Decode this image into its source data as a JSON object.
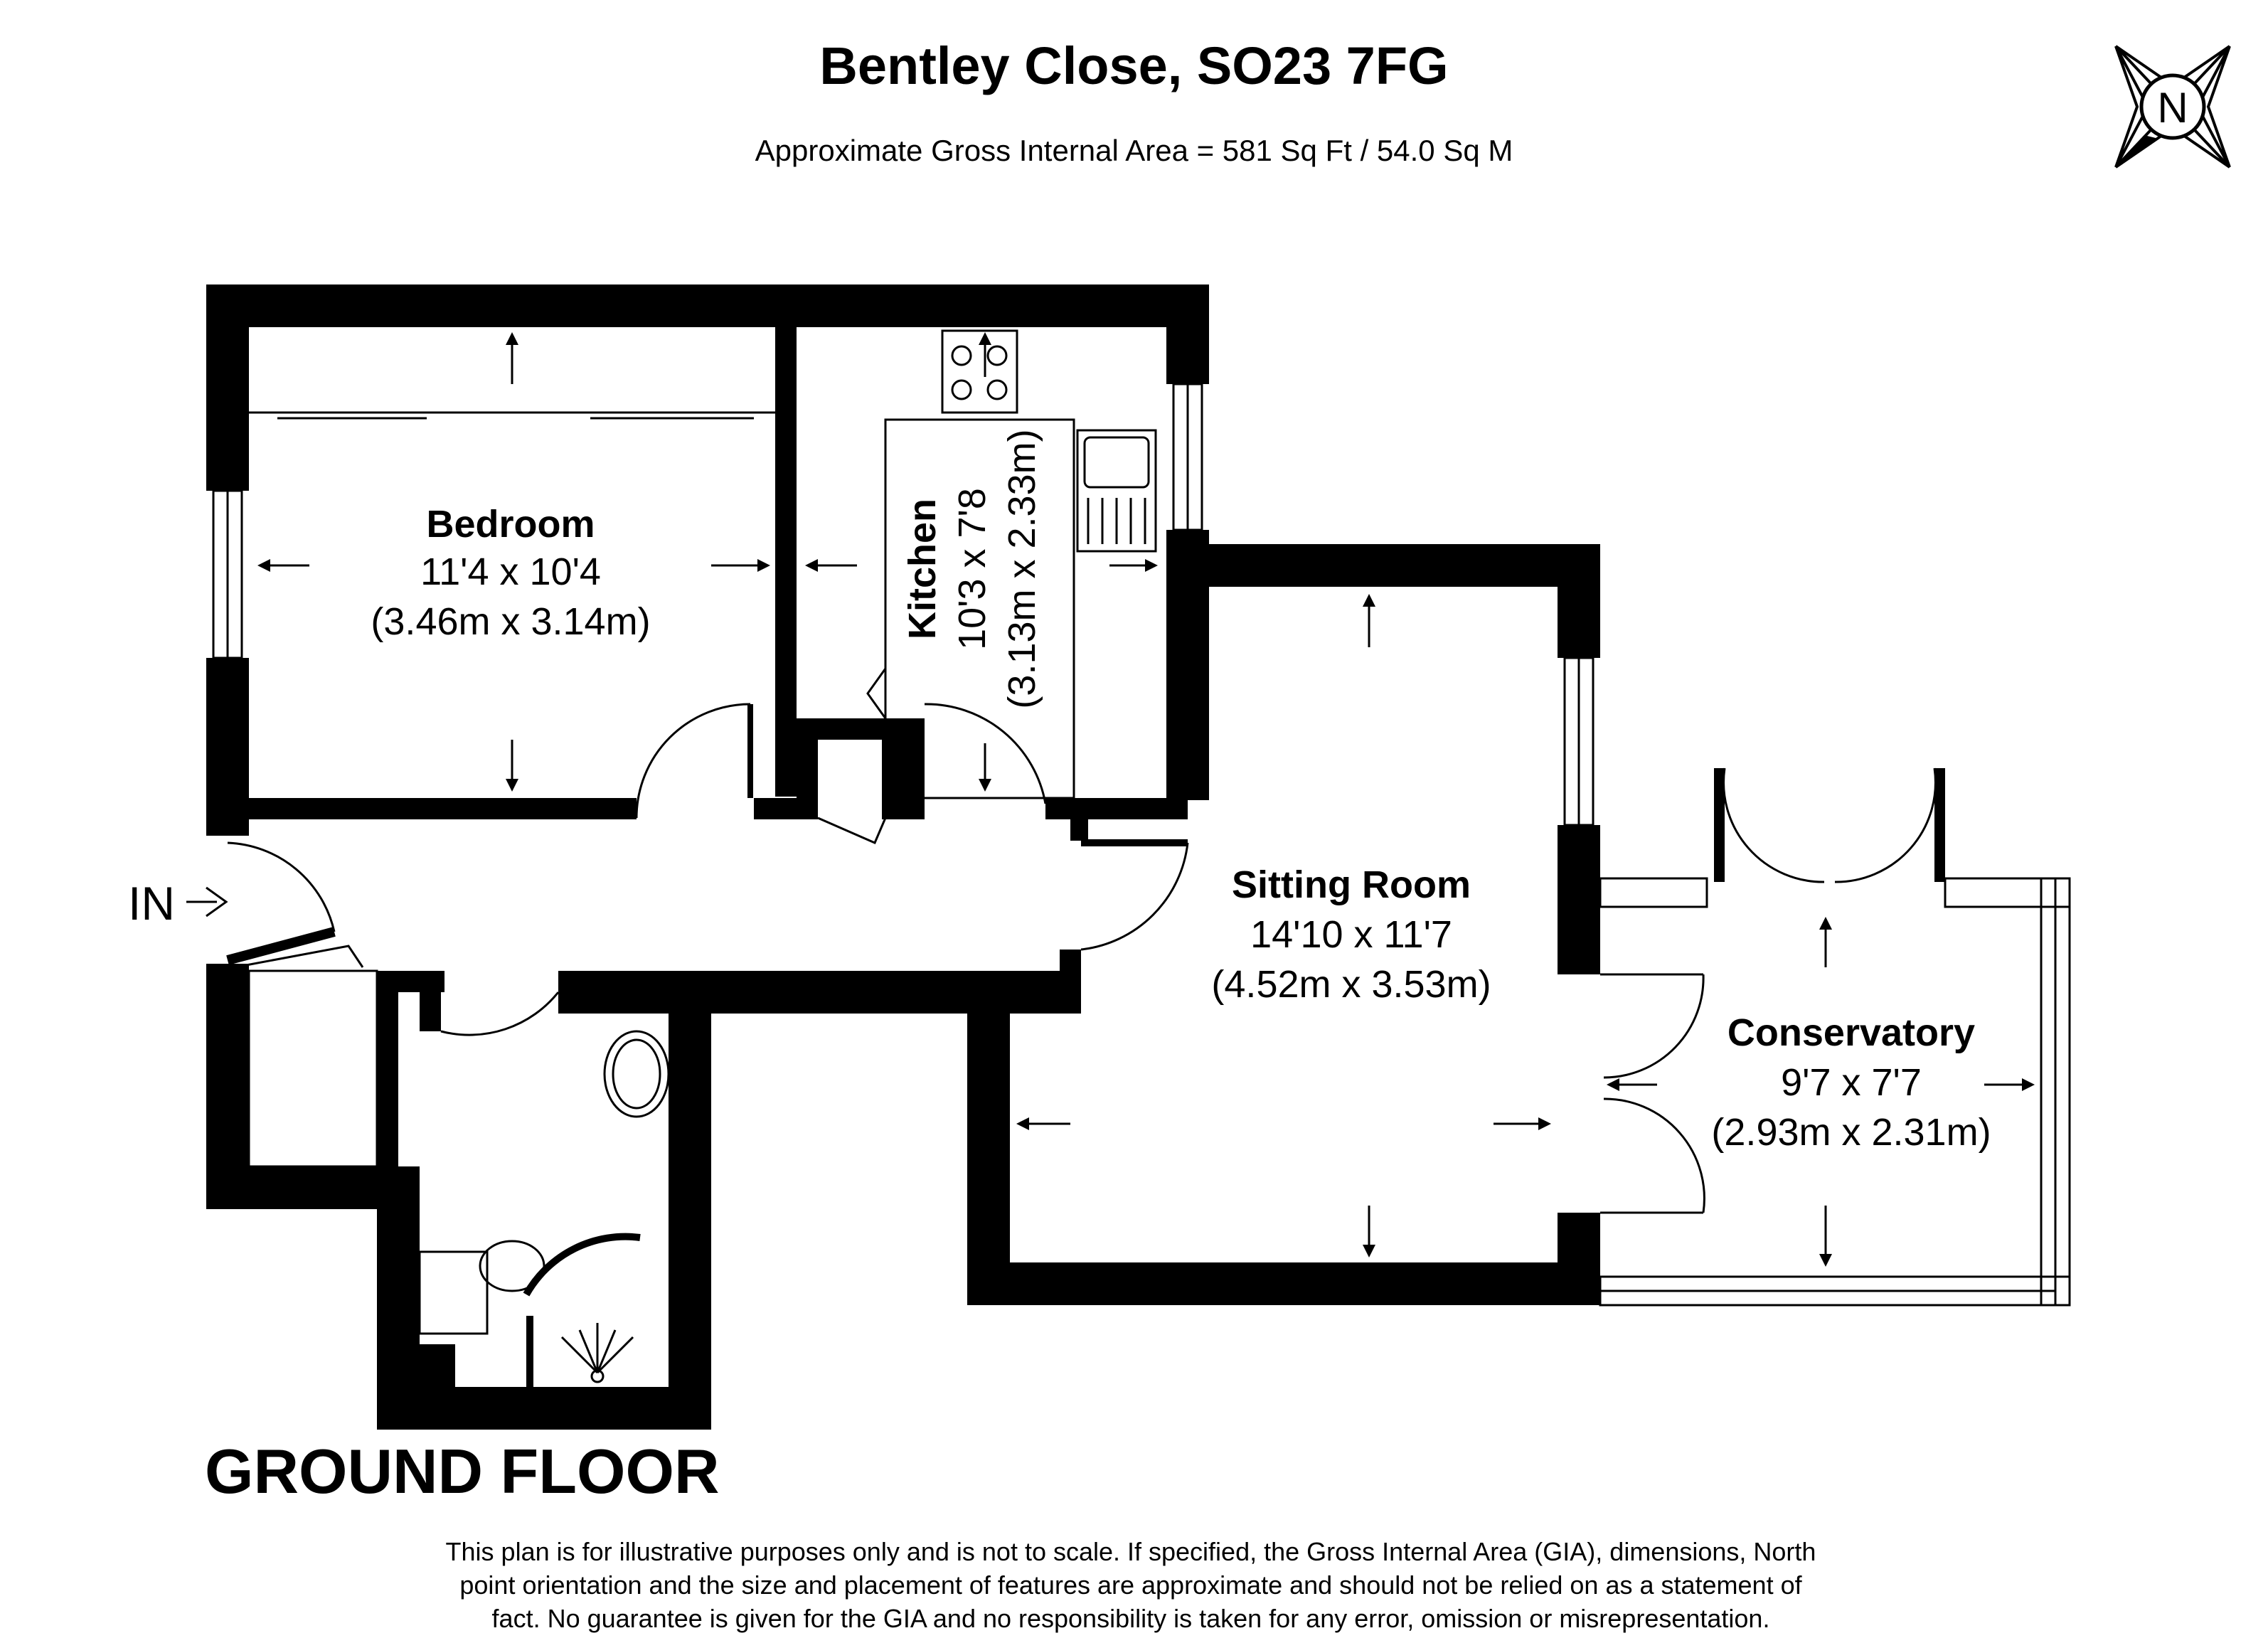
{
  "header": {
    "title": "Bentley Close, SO23 7FG",
    "subtitle": "Approximate Gross Internal Area = 581 Sq Ft / 54.0 Sq M"
  },
  "compass": {
    "label": "N",
    "icon": "compass-north-icon"
  },
  "floor": {
    "label": "GROUND FLOOR"
  },
  "entrance": {
    "label": "IN",
    "icon": "arrow-right-icon"
  },
  "rooms": {
    "bedroom": {
      "name": "Bedroom",
      "imperial": "11'4 x 10'4",
      "metric": "(3.46m x 3.14m)"
    },
    "kitchen": {
      "name": "Kitchen",
      "imperial": "10'3 x 7'8",
      "metric": "(3.13m x 2.33m)"
    },
    "sitting_room": {
      "name": "Sitting Room",
      "imperial": "14'10 x 11'7",
      "metric": "(4.52m x 3.53m)"
    },
    "conservatory": {
      "name": "Conservatory",
      "imperial": "9'7 x 7'7",
      "metric": "(2.93m x 2.31m)"
    }
  },
  "disclaimer": [
    "This plan is for illustrative purposes only and is not to scale. If specified, the Gross Internal Area (GIA), dimensions, North",
    "point orientation and the size and placement of features are approximate and should not be relied on as a statement of",
    "fact. No guarantee is given for the GIA and no responsibility is taken for any error, omission or misrepresentation."
  ],
  "colors": {
    "wall": "#000000",
    "background": "#ffffff"
  }
}
